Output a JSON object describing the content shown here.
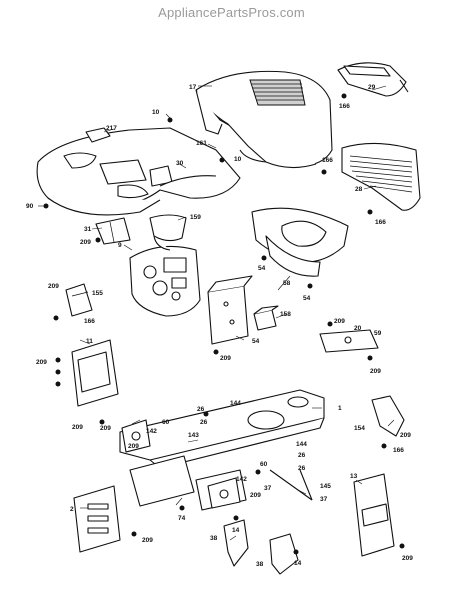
{
  "watermark": "AppliancePartsPros.com",
  "callouts": [
    {
      "id": "c17",
      "text": "17"
    },
    {
      "id": "c29",
      "text": "29"
    },
    {
      "id": "c166a",
      "text": "166"
    },
    {
      "id": "c10a",
      "text": "10"
    },
    {
      "id": "c217",
      "text": "217"
    },
    {
      "id": "c161",
      "text": "161"
    },
    {
      "id": "c10b",
      "text": "10"
    },
    {
      "id": "c30",
      "text": "30"
    },
    {
      "id": "c166b",
      "text": "166"
    },
    {
      "id": "c90",
      "text": "90"
    },
    {
      "id": "c28",
      "text": "28"
    },
    {
      "id": "c166c",
      "text": "166"
    },
    {
      "id": "c31",
      "text": "31"
    },
    {
      "id": "c209a",
      "text": "209"
    },
    {
      "id": "c159",
      "text": "159"
    },
    {
      "id": "c9",
      "text": "9"
    },
    {
      "id": "c54a",
      "text": "54"
    },
    {
      "id": "c58",
      "text": "58"
    },
    {
      "id": "c54b",
      "text": "54"
    },
    {
      "id": "c209b",
      "text": "209"
    },
    {
      "id": "c155",
      "text": "155"
    },
    {
      "id": "c166d",
      "text": "166"
    },
    {
      "id": "c158",
      "text": "158"
    },
    {
      "id": "c54c",
      "text": "54"
    },
    {
      "id": "c209c",
      "text": "209"
    },
    {
      "id": "c209d",
      "text": "209"
    },
    {
      "id": "c20",
      "text": "20"
    },
    {
      "id": "c59",
      "text": "59"
    },
    {
      "id": "c11",
      "text": "11"
    },
    {
      "id": "c209e",
      "text": "209"
    },
    {
      "id": "c209f",
      "text": "209"
    },
    {
      "id": "c209g",
      "text": "209"
    },
    {
      "id": "c144a",
      "text": "144"
    },
    {
      "id": "c26a",
      "text": "26"
    },
    {
      "id": "c26b",
      "text": "26"
    },
    {
      "id": "c1",
      "text": "1"
    },
    {
      "id": "c154",
      "text": "154"
    },
    {
      "id": "c209h",
      "text": "209"
    },
    {
      "id": "c166e",
      "text": "166"
    },
    {
      "id": "c209i",
      "text": "209"
    },
    {
      "id": "c60a",
      "text": "60"
    },
    {
      "id": "c142a",
      "text": "142"
    },
    {
      "id": "c143",
      "text": "143"
    },
    {
      "id": "c209j",
      "text": "209"
    },
    {
      "id": "c144b",
      "text": "144"
    },
    {
      "id": "c26c",
      "text": "26"
    },
    {
      "id": "c60b",
      "text": "60"
    },
    {
      "id": "c26d",
      "text": "26"
    },
    {
      "id": "c142b",
      "text": "142"
    },
    {
      "id": "c209k",
      "text": "209"
    },
    {
      "id": "c145",
      "text": "145"
    },
    {
      "id": "c37a",
      "text": "37"
    },
    {
      "id": "c37b",
      "text": "37"
    },
    {
      "id": "c13",
      "text": "13"
    },
    {
      "id": "c2",
      "text": "2"
    },
    {
      "id": "c74",
      "text": "74"
    },
    {
      "id": "c209l",
      "text": "209"
    },
    {
      "id": "c14a",
      "text": "14"
    },
    {
      "id": "c38a",
      "text": "38"
    },
    {
      "id": "c38b",
      "text": "38"
    },
    {
      "id": "c14b",
      "text": "14"
    },
    {
      "id": "c209m",
      "text": "209"
    }
  ]
}
